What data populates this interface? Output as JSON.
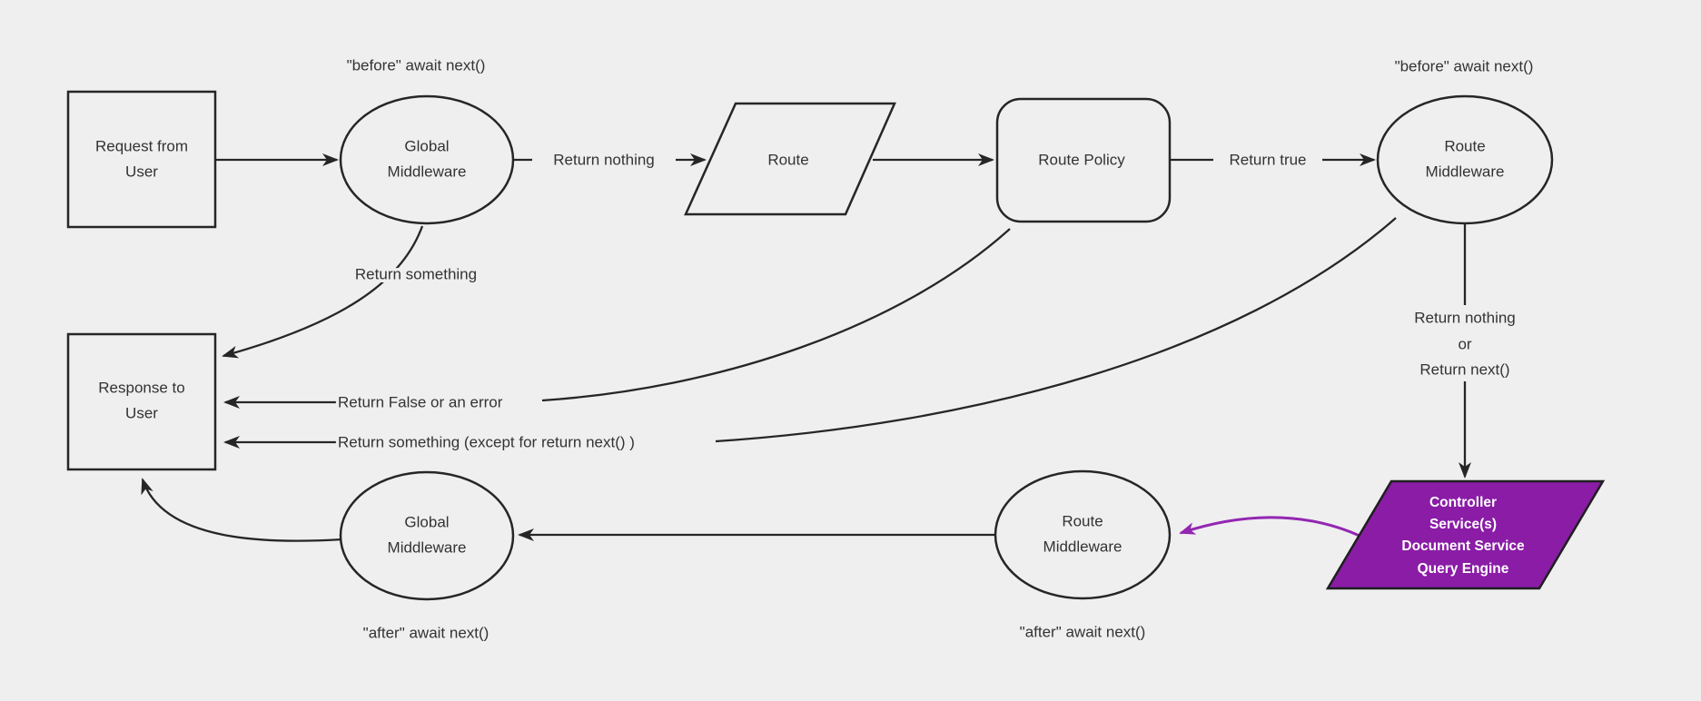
{
  "colors": {
    "background": "#efefef",
    "node_fill": "#efefef",
    "stroke": "#262626",
    "text": "#333333",
    "purple_fill": "#8a1ca6",
    "purple_stroke": "#9326b2",
    "purple_text": "#ffffff"
  },
  "nodes": {
    "request": {
      "lines": [
        "Request from",
        "User"
      ]
    },
    "global_middleware_top": {
      "lines": [
        "Global",
        "Middleware"
      ]
    },
    "route": {
      "label": "Route"
    },
    "route_policy": {
      "label": "Route Policy"
    },
    "route_middleware_top": {
      "lines": [
        "Route",
        "Middleware"
      ]
    },
    "controller": {
      "lines": [
        "Controller",
        "Service(s)",
        "Document Service",
        "Query Engine"
      ]
    },
    "route_middleware_bottom": {
      "lines": [
        "Route",
        "Middleware"
      ]
    },
    "global_middleware_bottom": {
      "lines": [
        "Global",
        "Middleware"
      ]
    },
    "response": {
      "lines": [
        "Response to",
        "User"
      ]
    }
  },
  "edge_labels": {
    "return_nothing": "Return nothing",
    "return_true": "Return true",
    "return_something": "Return something",
    "return_false_or_error": "Return False or an error",
    "return_something_except": "Return something (except for return next() )",
    "return_nothing_or_next": {
      "lines": [
        "Return nothing",
        "or",
        "Return next()"
      ]
    }
  },
  "annotations": {
    "before_await_left": "\"before\" await next()",
    "before_await_right": "\"before\" await next()",
    "after_await_left": "\"after\" await next()",
    "after_await_right": "\"after\" await next()"
  }
}
